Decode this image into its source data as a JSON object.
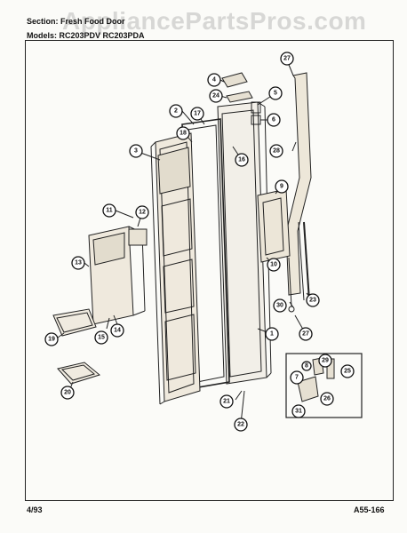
{
  "watermark": "AppliancePartsPros.com",
  "header": {
    "section_line": "Section: Fresh Food Door",
    "models_line": "Models: RC203PDV    RC203PDA"
  },
  "footer": {
    "date": "4/93",
    "code": "A55-166"
  },
  "callouts": [
    "1",
    "2",
    "3",
    "4",
    "5",
    "6",
    "7",
    "8",
    "9",
    "10",
    "11",
    "12",
    "13",
    "14",
    "15",
    "16",
    "17",
    "18",
    "19",
    "20",
    "21",
    "22",
    "23",
    "24",
    "25",
    "26",
    "27",
    "27",
    "28",
    "29",
    "30",
    "31"
  ]
}
